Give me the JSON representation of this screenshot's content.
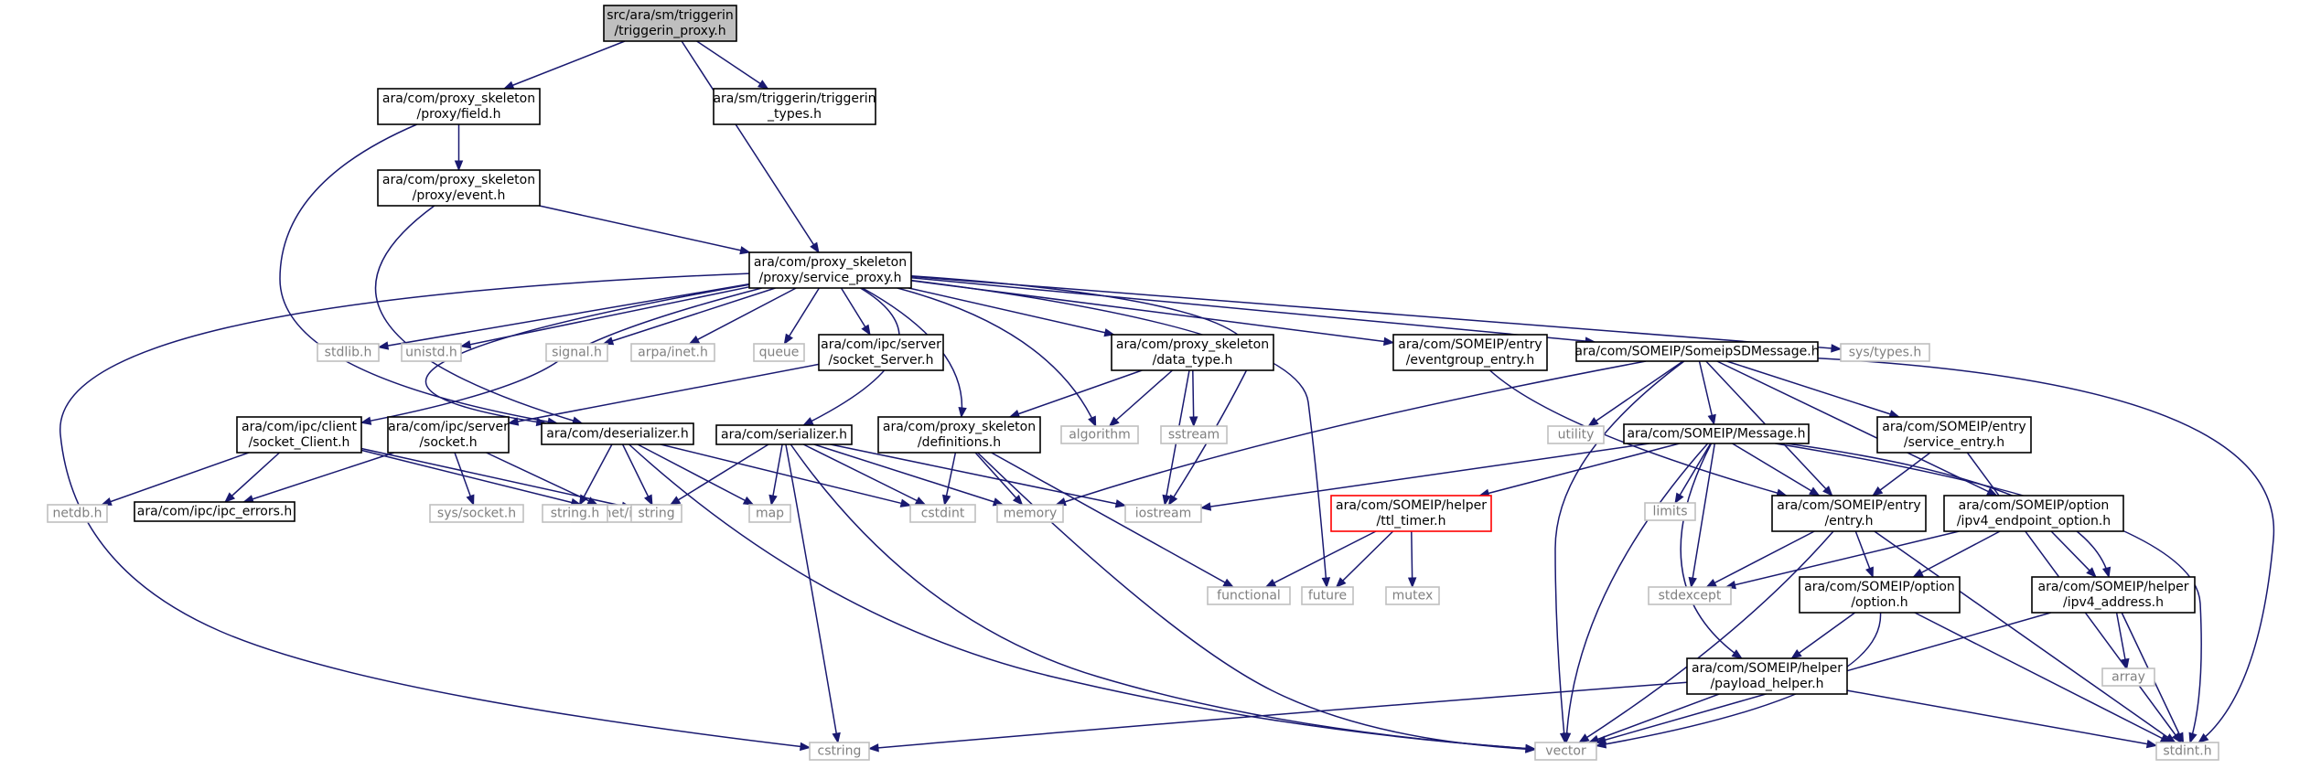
{
  "colors": {
    "edge": "#191970",
    "box_border_normal": "#000000",
    "box_border_system": "#bfbfbf",
    "box_border_truncated": "#ff0000",
    "box_fill_root": "#bfbfbf",
    "text_normal": "#000000",
    "text_system": "#808080"
  },
  "nodes": [
    {
      "id": "root",
      "kind": "root",
      "lines": [
        "src/ara/sm/triggerin",
        "/triggerin_proxy.h"
      ]
    },
    {
      "id": "field",
      "kind": "normal",
      "lines": [
        "ara/com/proxy_skeleton",
        "/proxy/field.h"
      ]
    },
    {
      "id": "triggerin_types",
      "kind": "normal",
      "lines": [
        "ara/sm/triggerin/triggerin",
        "_types.h"
      ]
    },
    {
      "id": "event",
      "kind": "normal",
      "lines": [
        "ara/com/proxy_skeleton",
        "/proxy/event.h"
      ]
    },
    {
      "id": "service_proxy",
      "kind": "normal",
      "lines": [
        "ara/com/proxy_skeleton",
        "/proxy/service_proxy.h"
      ]
    },
    {
      "id": "stdlib",
      "kind": "system",
      "lines": [
        "stdlib.h"
      ]
    },
    {
      "id": "unistd",
      "kind": "system",
      "lines": [
        "unistd.h"
      ]
    },
    {
      "id": "signal",
      "kind": "system",
      "lines": [
        "signal.h"
      ]
    },
    {
      "id": "arpa_inet",
      "kind": "system",
      "lines": [
        "arpa/inet.h"
      ]
    },
    {
      "id": "queue",
      "kind": "system",
      "lines": [
        "queue"
      ]
    },
    {
      "id": "socket_server",
      "kind": "normal",
      "lines": [
        "ara/com/ipc/server",
        "/socket_Server.h"
      ]
    },
    {
      "id": "data_type",
      "kind": "normal",
      "lines": [
        "ara/com/proxy_skeleton",
        "/data_type.h"
      ]
    },
    {
      "id": "eventgroup_entry",
      "kind": "normal",
      "lines": [
        "ara/com/SOMEIP/entry",
        "/eventgroup_entry.h"
      ]
    },
    {
      "id": "someipsd",
      "kind": "normal",
      "lines": [
        "ara/com/SOMEIP/SomeipSDMessage.h"
      ]
    },
    {
      "id": "sys_types",
      "kind": "system",
      "lines": [
        "sys/types.h"
      ]
    },
    {
      "id": "socket_client",
      "kind": "normal",
      "lines": [
        "ara/com/ipc/client",
        "/socket_Client.h"
      ]
    },
    {
      "id": "ipc_socket",
      "kind": "normal",
      "lines": [
        "ara/com/ipc/server",
        "/socket.h"
      ]
    },
    {
      "id": "deserializer",
      "kind": "normal",
      "lines": [
        "ara/com/deserializer.h"
      ]
    },
    {
      "id": "serializer",
      "kind": "normal",
      "lines": [
        "ara/com/serializer.h"
      ]
    },
    {
      "id": "definitions",
      "kind": "normal",
      "lines": [
        "ara/com/proxy_skeleton",
        "/definitions.h"
      ]
    },
    {
      "id": "algorithm",
      "kind": "system",
      "lines": [
        "algorithm"
      ]
    },
    {
      "id": "sstream",
      "kind": "system",
      "lines": [
        "sstream"
      ]
    },
    {
      "id": "utility",
      "kind": "system",
      "lines": [
        "utility"
      ]
    },
    {
      "id": "message",
      "kind": "normal",
      "lines": [
        "ara/com/SOMEIP/Message.h"
      ]
    },
    {
      "id": "service_entry",
      "kind": "normal",
      "lines": [
        "ara/com/SOMEIP/entry",
        "/service_entry.h"
      ]
    },
    {
      "id": "netdb",
      "kind": "system",
      "lines": [
        "netdb.h"
      ]
    },
    {
      "id": "ipc_errors",
      "kind": "normal",
      "lines": [
        "ara/com/ipc/ipc_errors.h"
      ]
    },
    {
      "id": "netinet_in",
      "kind": "system",
      "lines": [
        "netinet/in.h"
      ]
    },
    {
      "id": "sys_socket",
      "kind": "system",
      "lines": [
        "sys/socket.h"
      ]
    },
    {
      "id": "string_h",
      "kind": "system",
      "lines": [
        "string.h"
      ]
    },
    {
      "id": "string",
      "kind": "system",
      "lines": [
        "string"
      ]
    },
    {
      "id": "map",
      "kind": "system",
      "lines": [
        "map"
      ]
    },
    {
      "id": "cstdint",
      "kind": "system",
      "lines": [
        "cstdint"
      ]
    },
    {
      "id": "memory",
      "kind": "system",
      "lines": [
        "memory"
      ]
    },
    {
      "id": "iostream",
      "kind": "system",
      "lines": [
        "iostream"
      ]
    },
    {
      "id": "ttl_timer",
      "kind": "truncated",
      "lines": [
        "ara/com/SOMEIP/helper",
        "/ttl_timer.h"
      ]
    },
    {
      "id": "limits",
      "kind": "system",
      "lines": [
        "limits"
      ]
    },
    {
      "id": "entry",
      "kind": "normal",
      "lines": [
        "ara/com/SOMEIP/entry",
        "/entry.h"
      ]
    },
    {
      "id": "ipv4_endpoint",
      "kind": "normal",
      "lines": [
        "ara/com/SOMEIP/option",
        "/ipv4_endpoint_option.h"
      ]
    },
    {
      "id": "functional",
      "kind": "system",
      "lines": [
        "functional"
      ]
    },
    {
      "id": "future",
      "kind": "system",
      "lines": [
        "future"
      ]
    },
    {
      "id": "mutex",
      "kind": "system",
      "lines": [
        "mutex"
      ]
    },
    {
      "id": "stdexcept",
      "kind": "system",
      "lines": [
        "stdexcept"
      ]
    },
    {
      "id": "option",
      "kind": "normal",
      "lines": [
        "ara/com/SOMEIP/option",
        "/option.h"
      ]
    },
    {
      "id": "ipv4_address",
      "kind": "normal",
      "lines": [
        "ara/com/SOMEIP/helper",
        "/ipv4_address.h"
      ]
    },
    {
      "id": "array",
      "kind": "system",
      "lines": [
        "array"
      ]
    },
    {
      "id": "payload_helper",
      "kind": "normal",
      "lines": [
        "ara/com/SOMEIP/helper",
        "/payload_helper.h"
      ]
    },
    {
      "id": "cstring",
      "kind": "system",
      "lines": [
        "cstring"
      ]
    },
    {
      "id": "vector",
      "kind": "system",
      "lines": [
        "vector"
      ]
    },
    {
      "id": "stdint",
      "kind": "system",
      "lines": [
        "stdint.h"
      ]
    }
  ],
  "edges": [
    [
      "root",
      "field"
    ],
    [
      "root",
      "triggerin_types"
    ],
    [
      "root",
      "service_proxy"
    ],
    [
      "field",
      "event"
    ],
    [
      "field",
      "deserializer"
    ],
    [
      "event",
      "service_proxy"
    ],
    [
      "event",
      "deserializer"
    ],
    [
      "service_proxy",
      "stdlib"
    ],
    [
      "service_proxy",
      "unistd"
    ],
    [
      "service_proxy",
      "signal"
    ],
    [
      "service_proxy",
      "arpa_inet"
    ],
    [
      "service_proxy",
      "queue"
    ],
    [
      "service_proxy",
      "socket_server"
    ],
    [
      "service_proxy",
      "data_type"
    ],
    [
      "service_proxy",
      "eventgroup_entry"
    ],
    [
      "service_proxy",
      "someipsd"
    ],
    [
      "service_proxy",
      "sys_types"
    ],
    [
      "service_proxy",
      "socket_client"
    ],
    [
      "service_proxy",
      "deserializer"
    ],
    [
      "service_proxy",
      "serializer"
    ],
    [
      "service_proxy",
      "definitions"
    ],
    [
      "service_proxy",
      "algorithm"
    ],
    [
      "service_proxy",
      "iostream"
    ],
    [
      "service_proxy",
      "future"
    ],
    [
      "service_proxy",
      "cstring"
    ],
    [
      "socket_server",
      "ipc_socket"
    ],
    [
      "data_type",
      "definitions"
    ],
    [
      "data_type",
      "algorithm"
    ],
    [
      "data_type",
      "sstream"
    ],
    [
      "data_type",
      "iostream"
    ],
    [
      "eventgroup_entry",
      "entry"
    ],
    [
      "someipsd",
      "utility"
    ],
    [
      "someipsd",
      "message"
    ],
    [
      "someipsd",
      "service_entry"
    ],
    [
      "someipsd",
      "entry"
    ],
    [
      "someipsd",
      "ipv4_endpoint"
    ],
    [
      "someipsd",
      "memory"
    ],
    [
      "someipsd",
      "vector"
    ],
    [
      "someipsd",
      "stdint"
    ],
    [
      "socket_client",
      "netdb"
    ],
    [
      "socket_client",
      "ipc_errors"
    ],
    [
      "socket_client",
      "netinet_in"
    ],
    [
      "socket_client",
      "string"
    ],
    [
      "ipc_socket",
      "ipc_errors"
    ],
    [
      "ipc_socket",
      "netinet_in"
    ],
    [
      "ipc_socket",
      "sys_socket"
    ],
    [
      "deserializer",
      "string_h"
    ],
    [
      "deserializer",
      "string"
    ],
    [
      "deserializer",
      "map"
    ],
    [
      "deserializer",
      "cstdint"
    ],
    [
      "deserializer",
      "vector"
    ],
    [
      "serializer",
      "string"
    ],
    [
      "serializer",
      "map"
    ],
    [
      "serializer",
      "cstdint"
    ],
    [
      "serializer",
      "memory"
    ],
    [
      "serializer",
      "iostream"
    ],
    [
      "serializer",
      "cstring"
    ],
    [
      "serializer",
      "vector"
    ],
    [
      "definitions",
      "cstdint"
    ],
    [
      "definitions",
      "memory"
    ],
    [
      "definitions",
      "functional"
    ],
    [
      "definitions",
      "vector"
    ],
    [
      "message",
      "iostream"
    ],
    [
      "message",
      "ttl_timer"
    ],
    [
      "message",
      "limits"
    ],
    [
      "message",
      "stdexcept"
    ],
    [
      "message",
      "entry"
    ],
    [
      "message",
      "ipv4_address"
    ],
    [
      "message",
      "payload_helper"
    ],
    [
      "message",
      "vector"
    ],
    [
      "message",
      "stdint"
    ],
    [
      "service_entry",
      "entry"
    ],
    [
      "service_entry",
      "stdint"
    ],
    [
      "ttl_timer",
      "functional"
    ],
    [
      "ttl_timer",
      "future"
    ],
    [
      "ttl_timer",
      "mutex"
    ],
    [
      "entry",
      "stdexcept"
    ],
    [
      "entry",
      "option"
    ],
    [
      "entry",
      "vector"
    ],
    [
      "entry",
      "stdint"
    ],
    [
      "ipv4_endpoint",
      "stdexcept"
    ],
    [
      "ipv4_endpoint",
      "option"
    ],
    [
      "ipv4_endpoint",
      "ipv4_address"
    ],
    [
      "option",
      "payload_helper"
    ],
    [
      "option",
      "vector"
    ],
    [
      "option",
      "stdint"
    ],
    [
      "ipv4_address",
      "array"
    ],
    [
      "ipv4_address",
      "vector"
    ],
    [
      "ipv4_address",
      "stdint"
    ],
    [
      "payload_helper",
      "cstring"
    ],
    [
      "payload_helper",
      "vector"
    ],
    [
      "payload_helper",
      "stdint"
    ]
  ]
}
